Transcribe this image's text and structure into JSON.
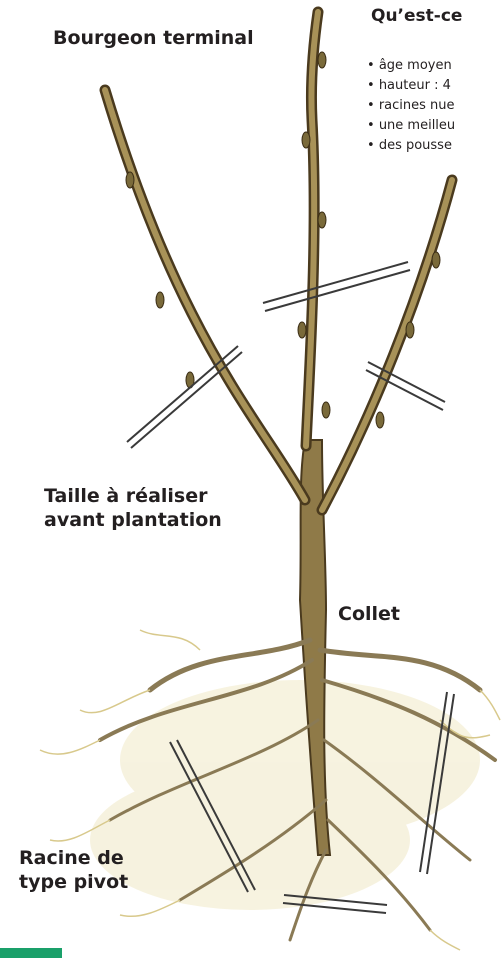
{
  "labels": {
    "terminal_bud": "Bourgeon terminal",
    "pruning": [
      "Taille à réaliser",
      "avant plantation"
    ],
    "collar": "Collet",
    "taproot": [
      "Racine de",
      "type pivot"
    ]
  },
  "sidebar": {
    "heading": "Qu’est-ce",
    "bullets": [
      "âge moyen",
      "hauteur : 4",
      "racines nue",
      "une meilleu",
      "des pousse"
    ]
  },
  "colors": {
    "bark": "#9a8452",
    "bark_dark": "#4a3a1e",
    "root": "#8a7a55",
    "root_light": "#d8c98c",
    "cut_mark": "#3a3a3a",
    "accent_bar": "#1aa06a"
  }
}
